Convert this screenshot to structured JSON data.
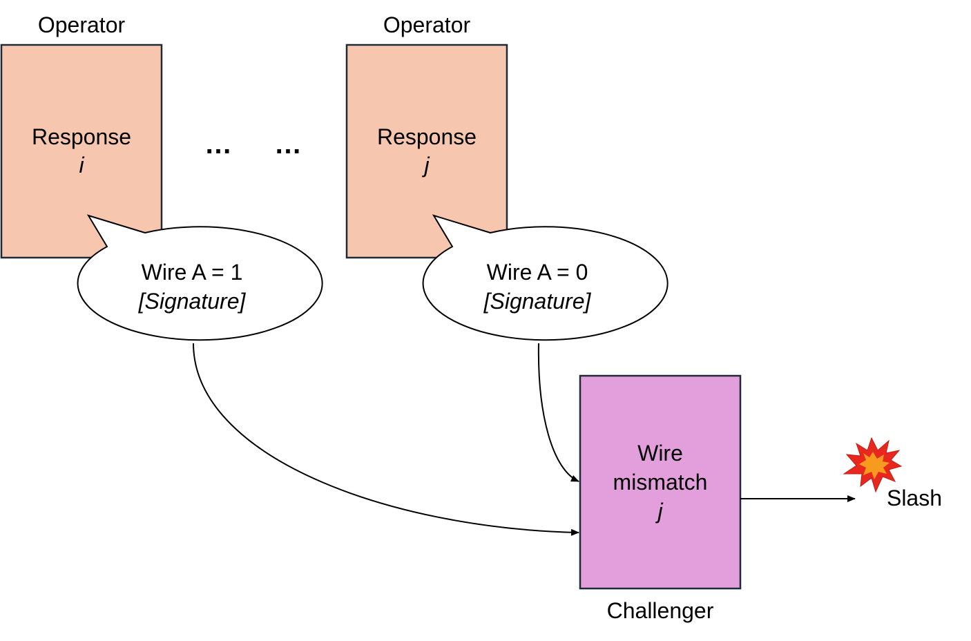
{
  "operators": [
    {
      "heading": "Operator",
      "box_title": "Response",
      "box_index": "i",
      "bubble_line1": "Wire A = 1",
      "bubble_line2": "[Signature]"
    },
    {
      "heading": "Operator",
      "box_title": "Response",
      "box_index": "j",
      "bubble_line1": "Wire A = 0",
      "bubble_line2": "[Signature]"
    }
  ],
  "ellipses": [
    "…",
    "…"
  ],
  "challenger": {
    "line1": "Wire",
    "line2": "mismatch",
    "index": "j",
    "caption": "Challenger"
  },
  "outcome": {
    "label": "Slash",
    "icon": "explosion-icon"
  },
  "colors": {
    "operator_box": "#F6C7AE",
    "challenger_box": "#E39FDC",
    "stroke": "#1F2A35",
    "explosion_outer": "#E8281E",
    "explosion_inner": "#F79A1E"
  }
}
